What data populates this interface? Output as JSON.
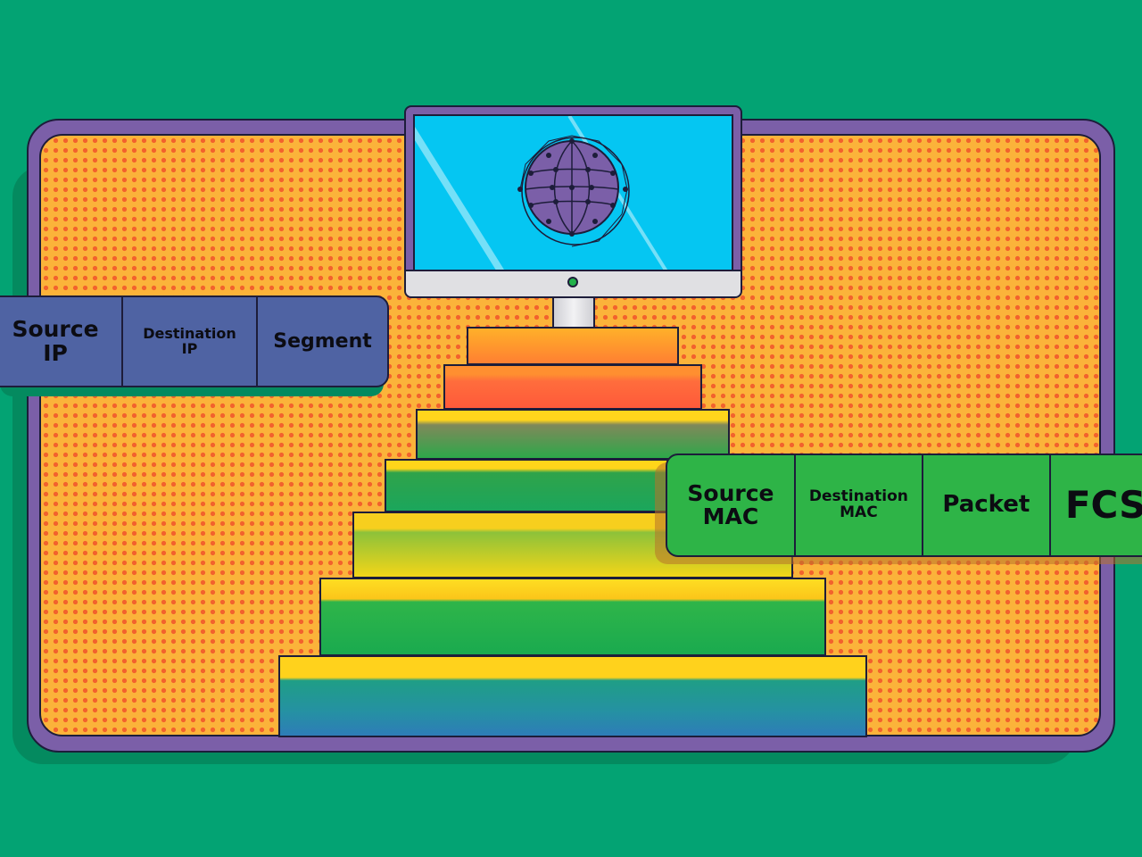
{
  "colors": {
    "background": "#03a373",
    "board_frame": "#7b5fa8",
    "board_fill": "#fbb33a",
    "board_dots": "#f2622d",
    "screen": "#05c6f2",
    "globe": "#7b5fa8",
    "ip_header": "#4f63a3",
    "ethernet_frame": "#2eb447",
    "outline": "#1d1d3a"
  },
  "icons": {
    "monitor": "monitor-icon",
    "globe": "globe-network-icon",
    "power_led": "power-led-icon"
  },
  "ip_packet": {
    "fields": [
      "Source\nIP",
      "Destination\nIP",
      "Segment"
    ]
  },
  "ethernet_frame": {
    "fields": [
      "Source\nMAC",
      "Destination\nMAC",
      "Packet",
      "FCS"
    ]
  }
}
